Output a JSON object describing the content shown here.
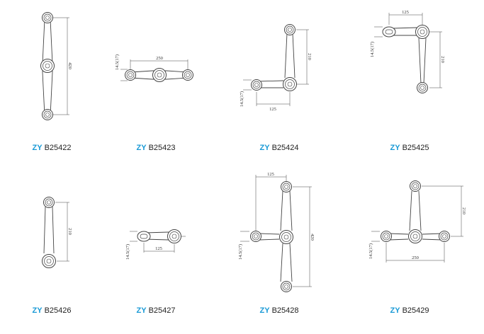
{
  "brand_prefix": "ZY",
  "colors": {
    "brand_prefix": "#1a9ad6",
    "drawing_line": "#444444",
    "label_text": "#222222"
  },
  "products": [
    {
      "model": "B25422",
      "dimensions": [
        "420"
      ]
    },
    {
      "model": "B25423",
      "dimensions": [
        "250",
        "14.5(17)"
      ]
    },
    {
      "model": "B25424",
      "dimensions": [
        "210",
        "125",
        "14.5(17)"
      ]
    },
    {
      "model": "B25425",
      "dimensions": [
        "125",
        "210",
        "14.5(17)"
      ]
    },
    {
      "model": "B25426",
      "dimensions": [
        "210"
      ]
    },
    {
      "model": "B25427",
      "dimensions": [
        "125",
        "14.5(17)"
      ]
    },
    {
      "model": "B25428",
      "dimensions": [
        "125",
        "420",
        "14.5(17)"
      ]
    },
    {
      "model": "B25429",
      "dimensions": [
        "210",
        "250",
        "14.5(17)"
      ]
    }
  ]
}
